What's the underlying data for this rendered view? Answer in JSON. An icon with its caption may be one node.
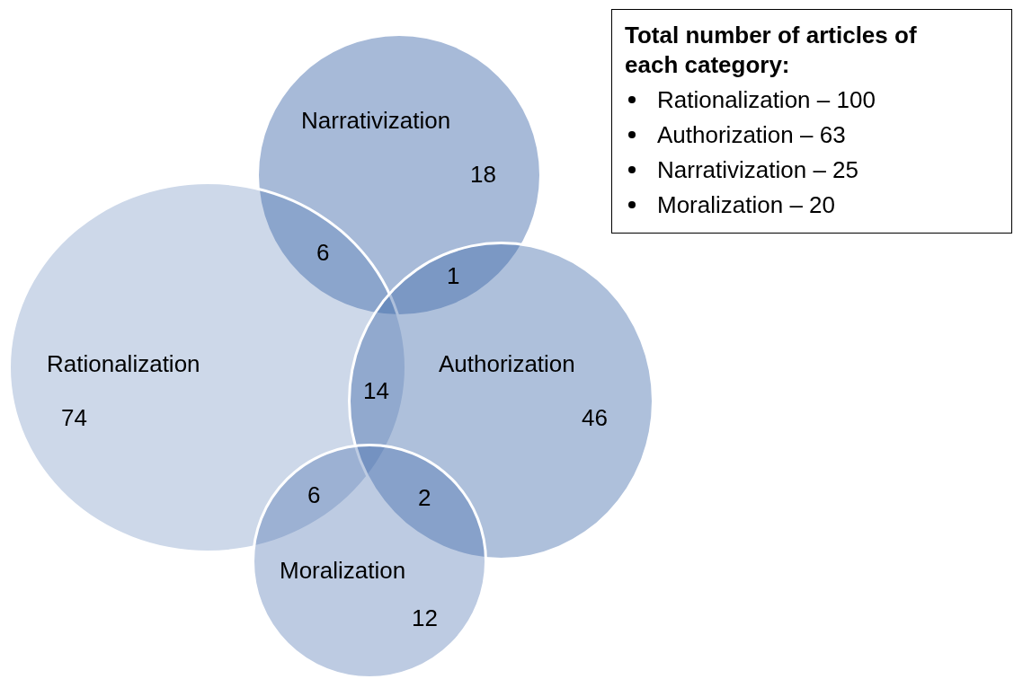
{
  "diagram": {
    "nodes": [
      {
        "text": [
          "Narrativization",
          "18"
        ]
      },
      {
        "text": [
          "Rationalization",
          "74"
        ]
      },
      {
        "text": [
          "Authorization",
          "46"
        ]
      },
      {
        "text": [
          "Moralization",
          "12"
        ]
      },
      {
        "text": [
          "Total number of articles of each category:",
          "Rationalization – 100",
          "Authorization – 63",
          "Narrativization – 25",
          "Moralization – 20"
        ]
      }
    ],
    "labels": [
      "6",
      "1",
      "14",
      "6",
      "2"
    ]
  }
}
